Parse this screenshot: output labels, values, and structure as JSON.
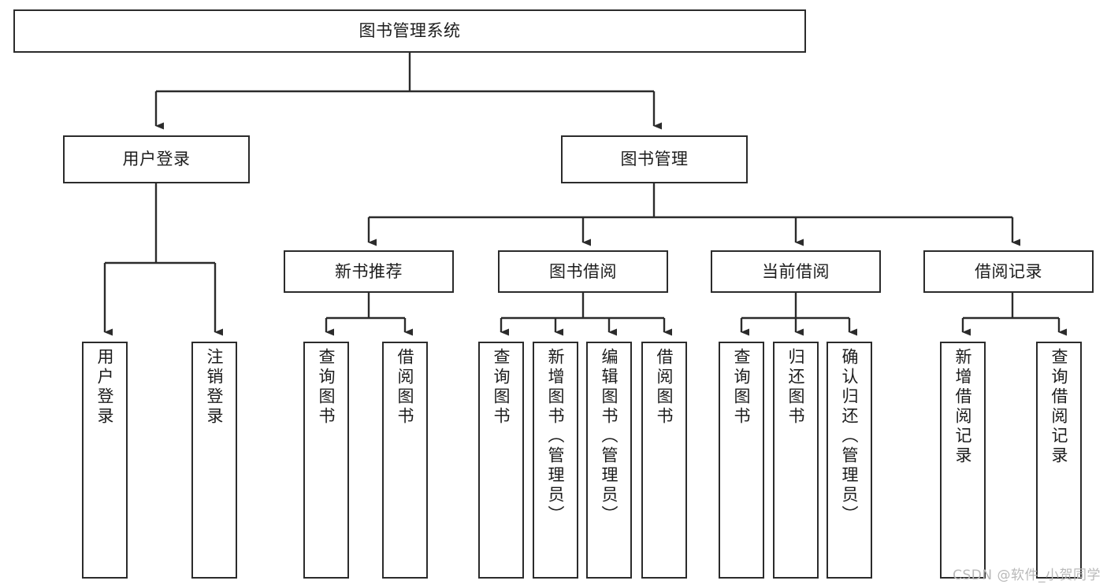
{
  "diagram": {
    "title": "图书管理系统",
    "type": "hierarchy-tree",
    "background_color": "#ffffff",
    "line_color": "#2b2b2b",
    "text_color": "#1c1c1c"
  },
  "nodes": {
    "root": {
      "label": "图书管理系统"
    },
    "level2": [
      {
        "label": "用户登录"
      },
      {
        "label": "图书管理"
      }
    ],
    "level3": [
      {
        "label": "新书推荐"
      },
      {
        "label": "图书借阅"
      },
      {
        "label": "当前借阅"
      },
      {
        "label": "借阅记录"
      }
    ],
    "leaves": {
      "user_login": [
        {
          "label": "用户登录"
        },
        {
          "label": "注销登录"
        }
      ],
      "new_book_recommend": [
        {
          "label": "查询图书"
        },
        {
          "label": "借阅图书"
        }
      ],
      "book_borrow": [
        {
          "label": "查询图书"
        },
        {
          "label": "新增图书（管理员）"
        },
        {
          "label": "编辑图书（管理员）"
        },
        {
          "label": "借阅图书"
        }
      ],
      "current_borrow": [
        {
          "label": "查询图书"
        },
        {
          "label": "归还图书"
        },
        {
          "label": "确认归还（管理员）"
        }
      ],
      "borrow_record": [
        {
          "label": "新增借阅记录"
        },
        {
          "label": "查询借阅记录"
        }
      ]
    }
  },
  "watermark": {
    "text": "CSDN @软件_小贺同学"
  }
}
